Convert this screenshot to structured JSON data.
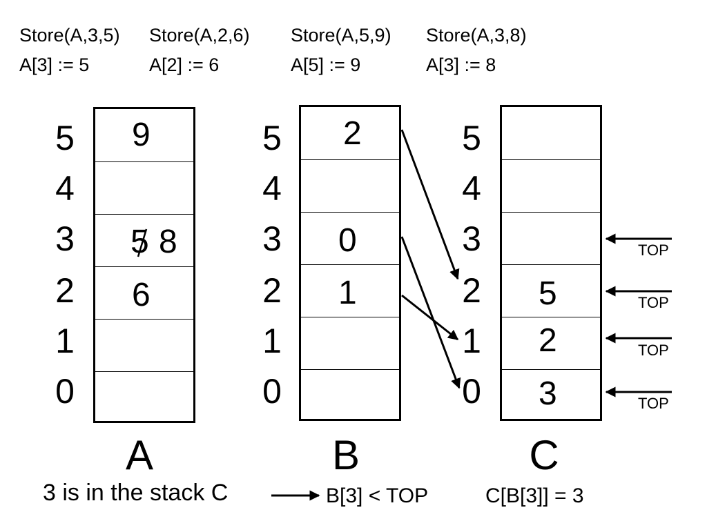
{
  "operations": [
    {
      "call": "Store(A,3,5)",
      "assign": "A[3] := 5"
    },
    {
      "call": "Store(A,2,6)",
      "assign": "A[2] := 6"
    },
    {
      "call": "Store(A,5,9)",
      "assign": "A[5] := 9"
    },
    {
      "call": "Store(A,3,8)",
      "assign": "A[3] := 8"
    }
  ],
  "index_labels": [
    "5",
    "4",
    "3",
    "2",
    "1",
    "0"
  ],
  "arrays": {
    "A": {
      "label": "A",
      "cells": {
        "5": "9",
        "3_old": "5",
        "3_new": "8",
        "2": "6"
      }
    },
    "B": {
      "label": "B",
      "cells": {
        "5": "2",
        "3": "0",
        "2": "1"
      }
    },
    "C": {
      "label": "C",
      "cells": {
        "2": "5",
        "1": "2",
        "0": "3"
      }
    }
  },
  "top_label": "TOP",
  "footer": {
    "note": "3 is in the stack C",
    "condition": "B[3] < TOP",
    "result": "C[B[3]] = 3"
  }
}
